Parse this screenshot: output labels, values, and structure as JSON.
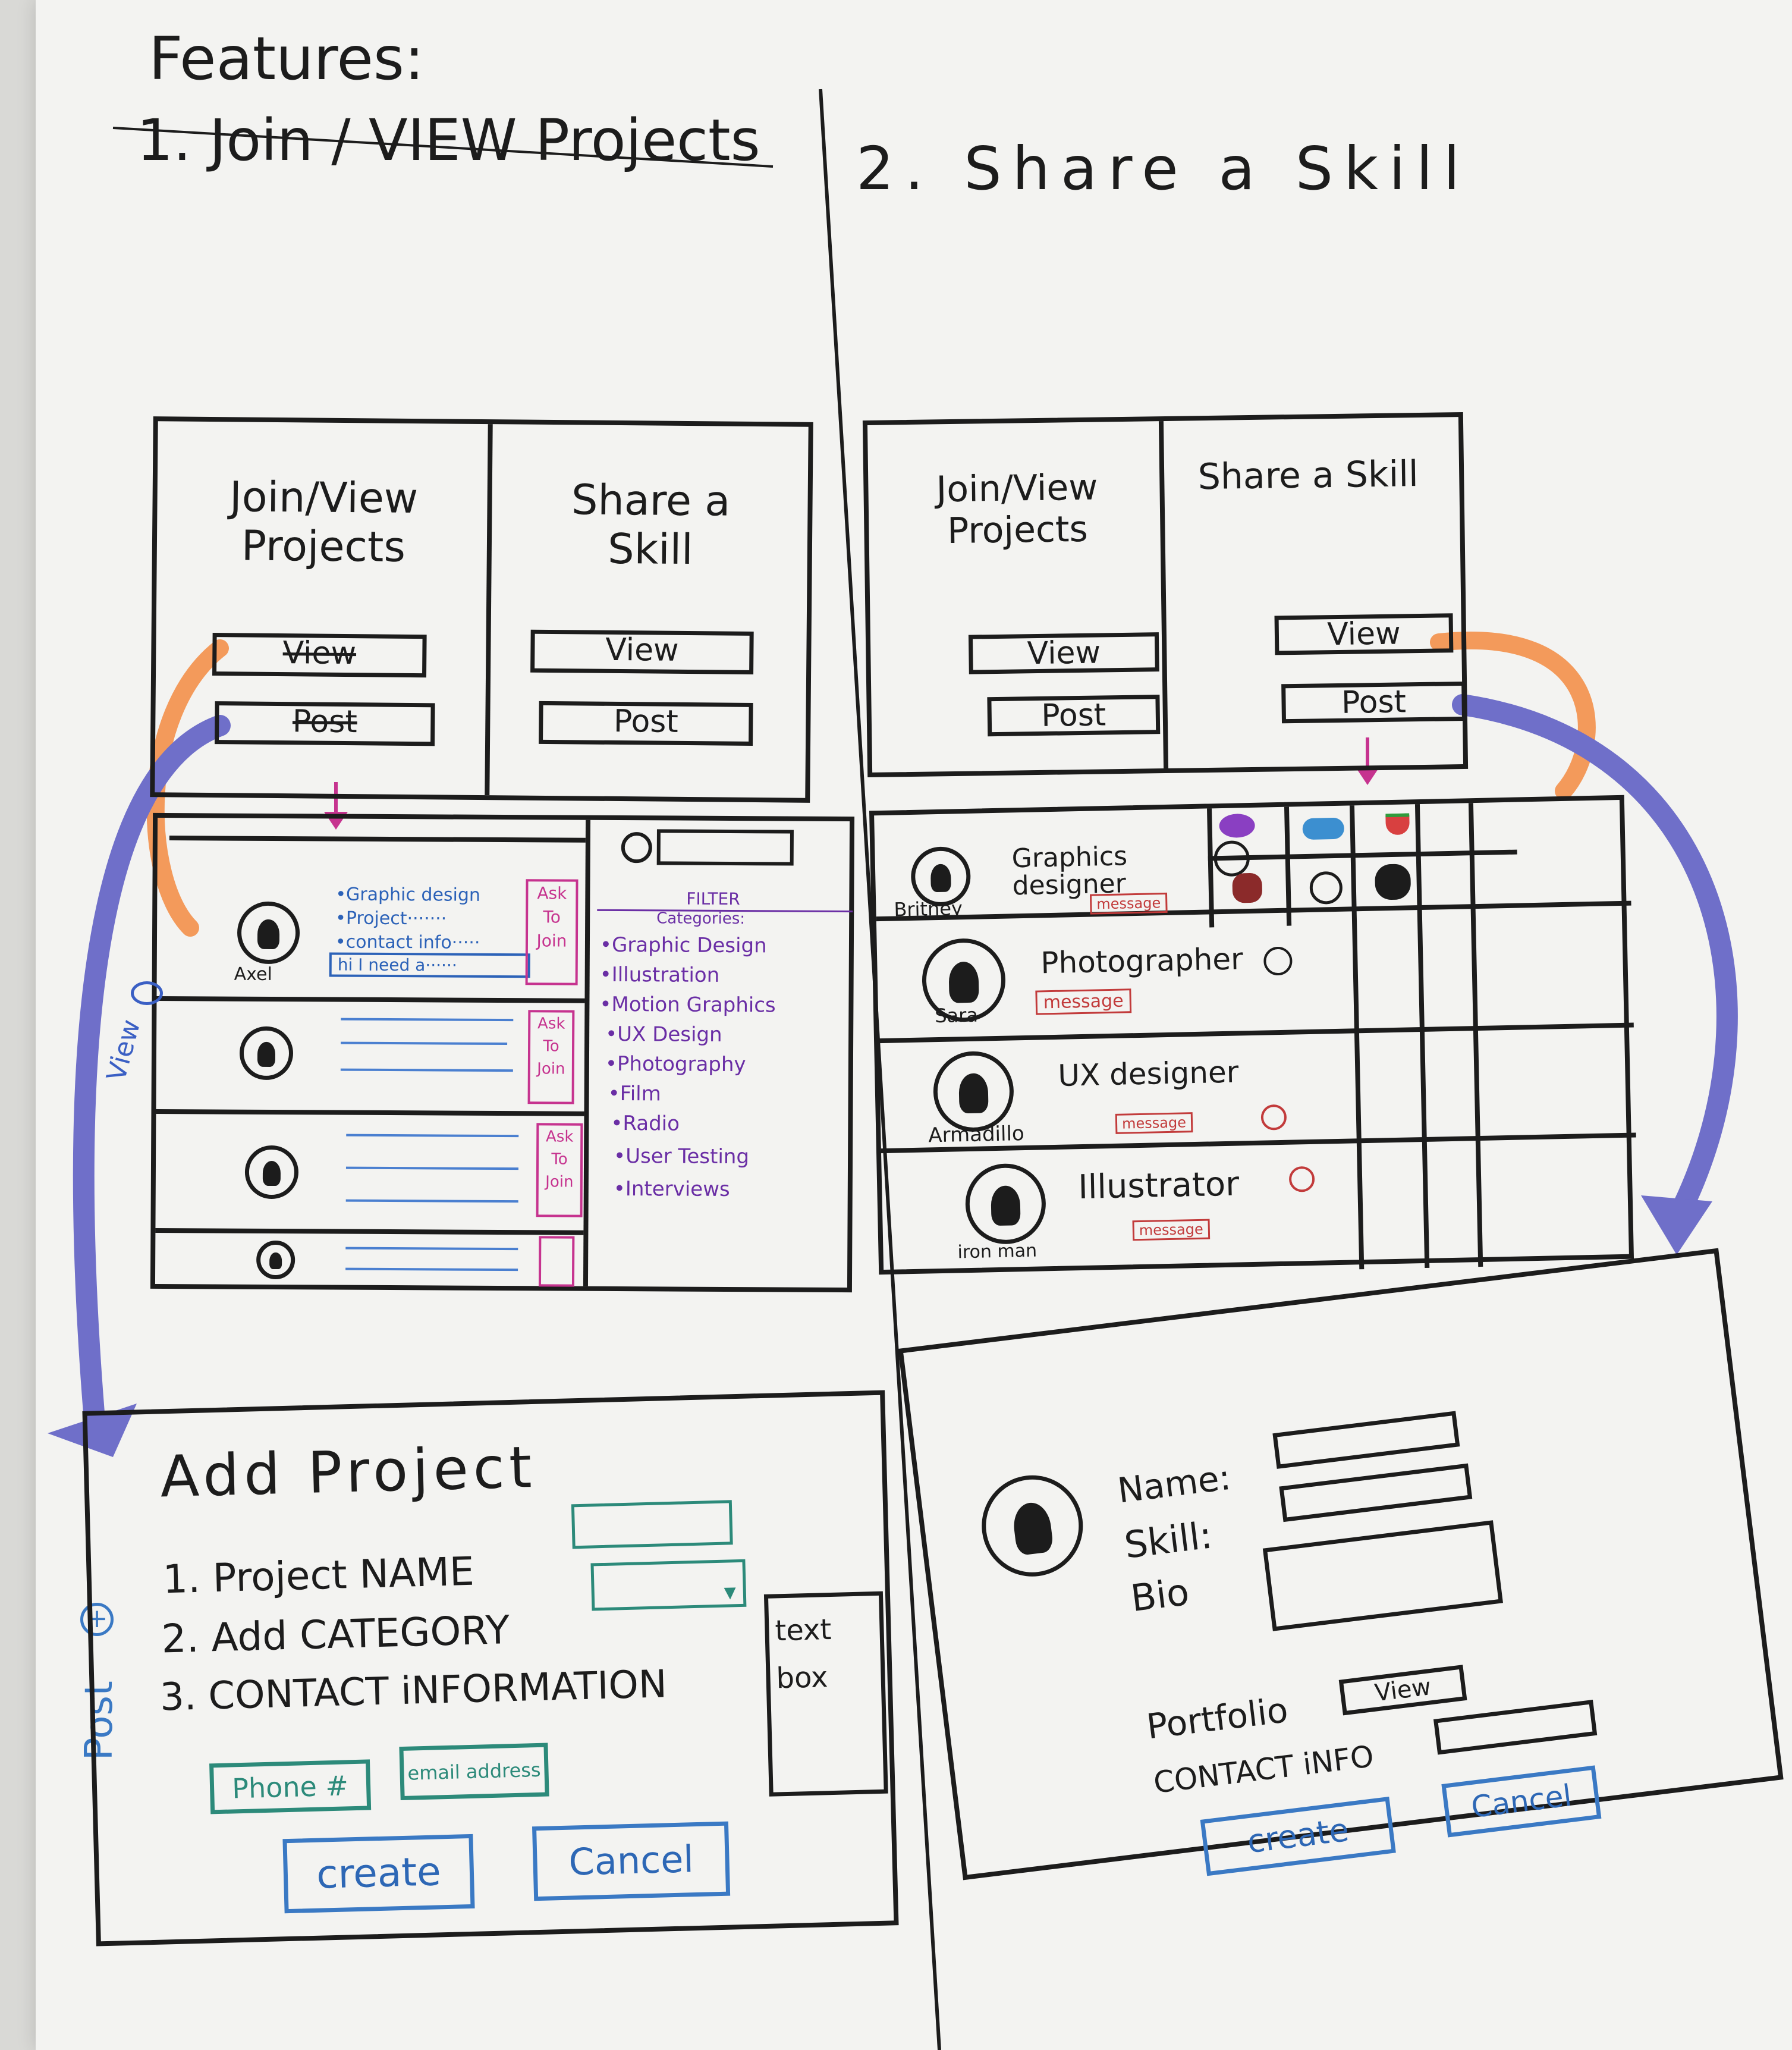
{
  "header": {
    "title": "Features:",
    "feature1": "1. Join / VIEW Projects",
    "feature2": "2. Share a Skill"
  },
  "left_home": {
    "col1_title": "Join/View Projects",
    "col1_btn1": "View",
    "col1_btn2": "Post",
    "col2_title": "Share a Skill",
    "col2_btn1": "View",
    "col2_btn2": "Post"
  },
  "right_home": {
    "col1_title": "Join/View Projects",
    "col1_btn1": "View",
    "col1_btn2": "Post",
    "col2_title": "Share a Skill",
    "col2_btn1": "View",
    "col2_btn2": "Post"
  },
  "project_list": {
    "rows": [
      {
        "name": "Axel",
        "details": [
          "•Graphic design",
          "•Project·······",
          "•contact info·····"
        ],
        "note": "hi I need a······",
        "action": "Ask To Join"
      },
      {
        "name": "",
        "action": "Ask To Join"
      },
      {
        "name": "",
        "action": "Ask To Join"
      },
      {
        "name": "",
        "action": ""
      }
    ],
    "filter_title": "FILTER",
    "filter_subtitle": "Categories:",
    "categories": [
      "•Graphic Design",
      "•Illustration",
      "•Motion Graphics",
      "•UX Design",
      "•Photography",
      "•Film",
      "•Radio",
      "•User Testing",
      "•Interviews"
    ]
  },
  "skill_list": {
    "rows": [
      {
        "name": "Britney",
        "skill": "Graphics designer",
        "message": "message"
      },
      {
        "name": "Sara",
        "skill": "Photographer",
        "message": "message"
      },
      {
        "name": "Armadillo",
        "skill": "UX designer",
        "message": "message"
      },
      {
        "name": "iron man",
        "skill": "Illustrator",
        "message": "message"
      }
    ]
  },
  "add_project": {
    "title": "Add Project",
    "step1": "1. Project NAME",
    "step2": "2. Add CATEGORY",
    "step3": "3. CONTACT iNFORMATION",
    "textbox_label": "text box",
    "phone_placeholder": "Phone #",
    "email_placeholder": "email address",
    "create_label": "create",
    "cancel_label": "Cancel"
  },
  "skill_form": {
    "name_label": "Name:",
    "skill_label": "Skill:",
    "bio_label": "Bio",
    "portfolio_label": "Portfolio",
    "portfolio_btn": "View",
    "contact_label": "CONTACT iNFO",
    "create_label": "create",
    "cancel_label": "Cancel"
  },
  "annotations": {
    "view_label": "View",
    "post_label": "Post"
  },
  "colors": {
    "ink": "#1c1c1c",
    "blue_marker": "#6f6fc9",
    "orange_marker": "#f39a5b",
    "teal": "#2c8a7a",
    "button_blue": "#3a79c4",
    "magenta": "#c6338f",
    "red": "#c23b3b"
  }
}
